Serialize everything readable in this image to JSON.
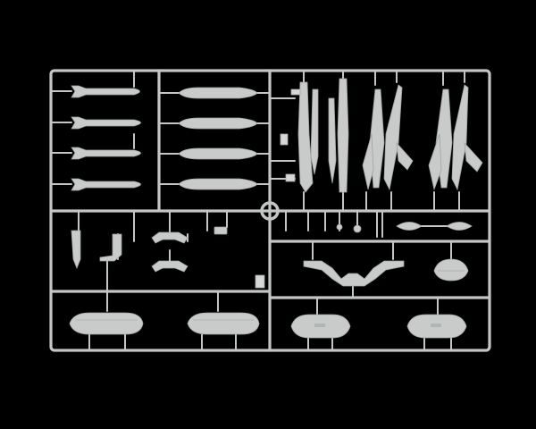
{
  "scene": {
    "subject": "model-kit-sprue",
    "colors": {
      "background": "#000000",
      "plastic": "#c9cbcb",
      "plastic_shadow": "#9fa2a3",
      "runner": "#c4c6c6"
    },
    "counts": {
      "bombs_left_column": 4,
      "bombs_right_column": 4,
      "drop_tanks": 4,
      "tail_fins": 4
    }
  }
}
